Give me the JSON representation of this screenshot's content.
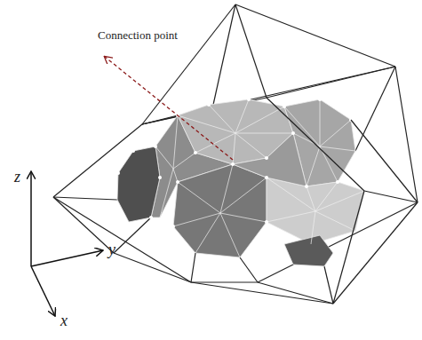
{
  "diagram": {
    "labels": [
      "Connection point",
      "z",
      "y",
      "x"
    ]
  }
}
